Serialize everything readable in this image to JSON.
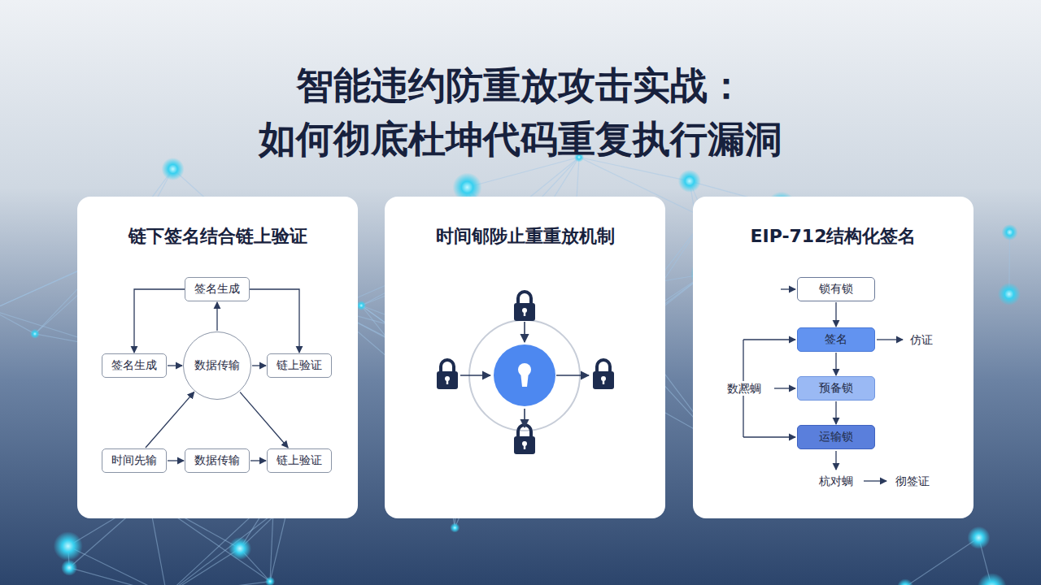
{
  "diagram": {
    "title": "智能违约防重放攻击实战： 如何彻底杜坤代码重复执行漏洞",
    "nodes": [
      {
        "text": [
          "链下签名结合链上验证"
        ]
      },
      {
        "text": [
          "签名生成"
        ],
        "in": 0
      },
      {
        "text": [
          "签名生成"
        ],
        "in": 0
      },
      {
        "text": [
          "数据传输"
        ],
        "in": 0
      },
      {
        "text": [
          "链上验证"
        ],
        "in": 0
      },
      {
        "text": [
          "时间先输"
        ],
        "in": 0
      },
      {
        "text": [
          "数据传输"
        ],
        "in": 0
      },
      {
        "text": [
          "链上验证"
        ],
        "in": 0
      },
      {
        "text": [
          "时间郇陟止重重放机制"
        ]
      },
      {
        "text": [
          "EIP-712结构化签名"
        ]
      },
      {
        "text": [
          "锁有锁"
        ],
        "in": 9
      },
      {
        "text": [
          "签名"
        ],
        "in": 9
      },
      {
        "text": [
          "预备锁"
        ],
        "in": 9
      },
      {
        "text": [
          "运输锁"
        ],
        "in": 9
      }
    ],
    "edges": [
      {
        "from": 3,
        "to": 1,
        "arrow": "to"
      },
      {
        "from": 1,
        "to": 2,
        "arrow": "to"
      },
      {
        "from": 1,
        "to": 4,
        "arrow": "to"
      },
      {
        "from": 2,
        "to": 3,
        "arrow": "to"
      },
      {
        "from": 3,
        "to": 4,
        "arrow": "to"
      },
      {
        "from": 5,
        "to": 3,
        "arrow": "to"
      },
      {
        "from": 5,
        "to": 6,
        "arrow": "to"
      },
      {
        "from": 6,
        "to": 7,
        "arrow": "to"
      },
      {
        "from": 3,
        "to": 7,
        "arrow": "to"
      },
      {
        "from": 10,
        "to": 11,
        "arrow": "to"
      },
      {
        "from": 11,
        "to": 12,
        "arrow": "to"
      },
      {
        "from": 12,
        "to": 13,
        "arrow": "to"
      }
    ],
    "labels": [
      "仿证",
      "数凞蜩",
      "杭对蜩",
      "彻签证"
    ]
  }
}
